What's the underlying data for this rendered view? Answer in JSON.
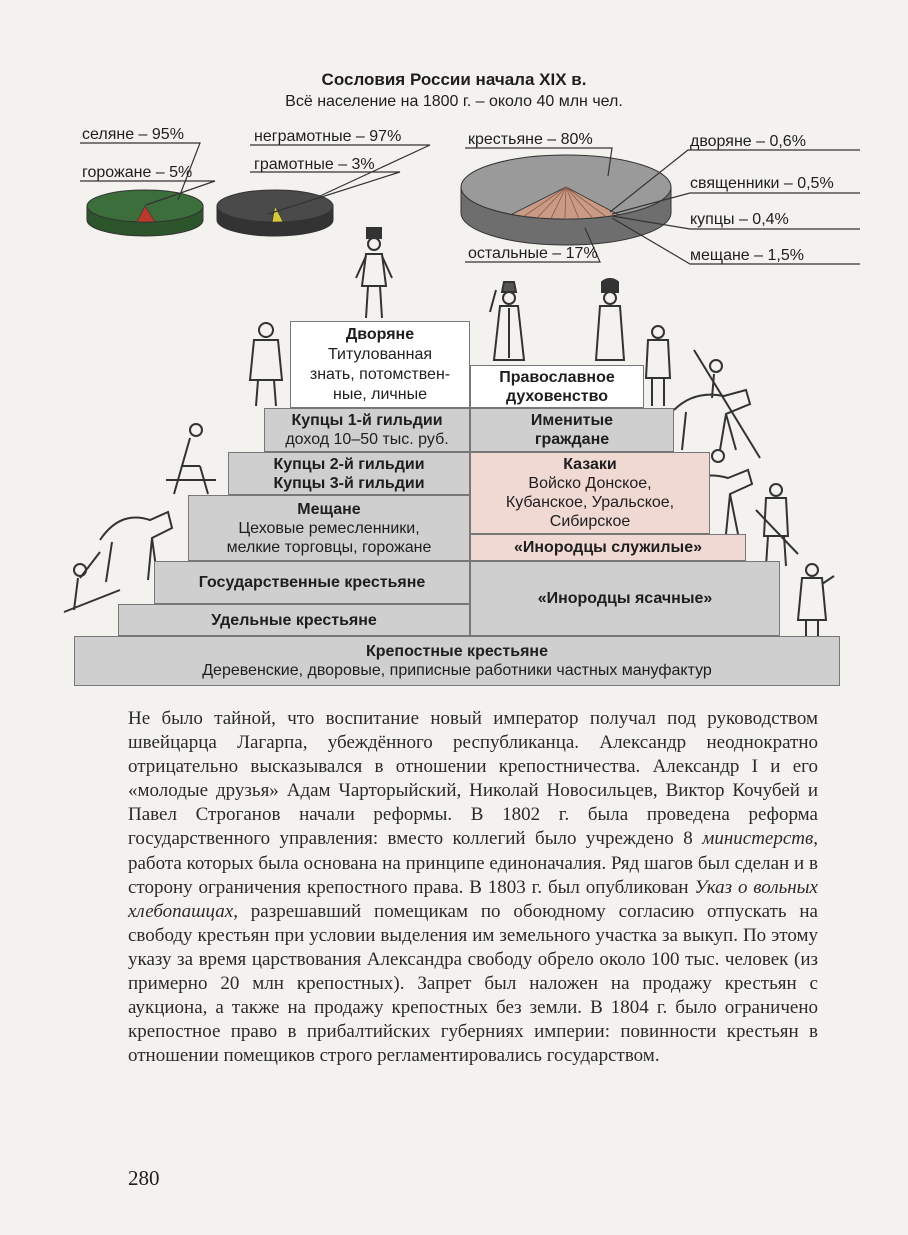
{
  "header": {
    "title": "Сословия России начала XIX в.",
    "subtitle": "Всё население на 1800 г. – около 40 млн чел."
  },
  "pies": {
    "settlement": {
      "rural_label": "селяне – 95%",
      "urban_label": "горожане – 5%",
      "rural": 95,
      "urban": 5,
      "color_main": "#3c6e3c",
      "color_part": "#b83a2c"
    },
    "literacy": {
      "illiterate_label": "неграмотные – 97%",
      "literate_label": "грамотные – 3%",
      "illiterate": 97,
      "literate": 3,
      "color_main": "#4a4a4a",
      "color_part": "#d8c838"
    },
    "estates": {
      "peasants_label": "крестьяне – 80%",
      "nobles_label": "дворяне – 0,6%",
      "clergy_label": "священники – 0,5%",
      "merchants_label": "купцы – 0,4%",
      "townsfolk_label": "мещане – 1,5%",
      "others_label": "остальные – 17%",
      "shares": {
        "peasants": 80,
        "nobles": 0.6,
        "clergy": 0.5,
        "merchants": 0.4,
        "townsfolk": 1.5,
        "others": 17
      },
      "color_main": "#9a9a9a",
      "color_part": "#c99a86"
    }
  },
  "pyramid": {
    "nobles": {
      "title": "Дворяне",
      "line1": "Титулованная",
      "line2": "знать, потомствен-",
      "line3": "ные, личные"
    },
    "clergy": {
      "line1": "Православное",
      "line2": "духовенство"
    },
    "merchants1": {
      "title": "Купцы 1-й гильдии",
      "detail": "доход 10–50 тыс. руб."
    },
    "honorary": {
      "line1": "Именитые",
      "line2": "граждане"
    },
    "merchants23": {
      "line1": "Купцы 2-й гильдии",
      "line2": "Купцы 3-й гильдии"
    },
    "cossacks": {
      "title": "Казаки",
      "line1": "Войско Донское,",
      "line2": "Кубанское, Уральское,",
      "line3": "Сибирское"
    },
    "meshchane": {
      "title": "Мещане",
      "line1": "Цеховые ремесленники,",
      "line2": "мелкие торговцы, горожане"
    },
    "inorodtsy_service": {
      "label": "«Инородцы служилые»"
    },
    "state_peasants": {
      "label": "Государственные крестьяне"
    },
    "inorodtsy_yasak": {
      "label": "«Инородцы ясачные»"
    },
    "appanage_peasants": {
      "label": "Удельные крестьяне"
    },
    "serfs": {
      "title": "Крепостные крестьяне",
      "detail": "Деревенские, дворовые, приписные работники частных мануфактур"
    }
  },
  "body": {
    "t1": "Не было тайной, что воспитание новый император получал под руководством швейцарца Лагарпа, убеждённого республиканца. Александр неоднократно отрицательно высказывался в отношении крепостничества. Александр I и его «молодые друзья» Адам Чарторыйский, Николай Новосильцев, Виктор Кочубей и Павел Строганов начали реформы. В 1802 г. была проведена реформа государственного управления: вместо коллегий было учреждено 8 ",
    "t2": "министерств",
    "t3": ", работа которых была основана на принципе единоначалия. Ряд шагов был сделан и в сторону ограничения крепостного права. В 1803 г. был опубликован ",
    "t4": "Указ о вольных хлебопашцах",
    "t5": ", разрешавший помещикам по обоюдному согласию отпускать на свободу крестьян при условии выделения им земельного участка за выкуп. По этому указу за время царствования Александра свободу обрело около 100 тыс. человек (из примерно 20 млн крепостных). Запрет был наложен на продажу крестьян с аукциона, а также на продажу крепостных без земли. В 1804 г. было ограничено крепостное право в прибалтийских губерниях империи: повинности крестьян в отношении помещиков строго регламентировались государством."
  },
  "page_number": "280"
}
